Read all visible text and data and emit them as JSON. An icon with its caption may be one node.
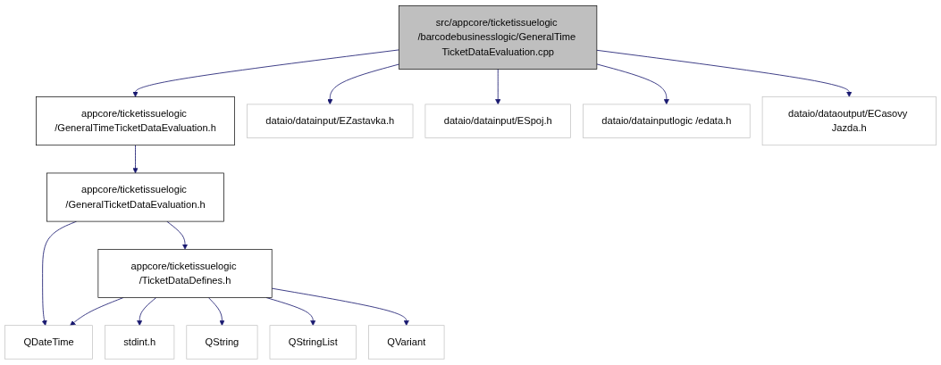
{
  "diagram": {
    "nodes": [
      {
        "text": [
          "src/appcore/ticketissuelogic /barcodebusinesslogic/GeneralTime TicketDataEvaluation.cpp"
        ]
      },
      {
        "text": [
          "appcore/ticketissuelogic /GeneralTimeTicketDataEvaluation.h"
        ]
      },
      {
        "text": [
          "dataio/datainput/EZastavka.h"
        ]
      },
      {
        "text": [
          "dataio/datainput/ESpoj.h"
        ]
      },
      {
        "text": [
          "dataio/datainputlogic /edata.h"
        ]
      },
      {
        "text": [
          "dataio/dataoutput/ECasovy Jazda.h"
        ]
      },
      {
        "text": [
          "appcore/ticketissuelogic /GeneralTicketDataEvaluation.h"
        ]
      },
      {
        "text": [
          "appcore/ticketissuelogic /TicketDataDefines.h"
        ]
      },
      {
        "text": [
          "QDateTime"
        ]
      },
      {
        "text": [
          "stdint.h"
        ]
      },
      {
        "text": [
          "QString"
        ]
      },
      {
        "text": [
          "QStringList"
        ]
      },
      {
        "text": [
          "QVariant"
        ]
      }
    ],
    "edges": [
      {
        "from": 0,
        "to": 1,
        "arrow": "to"
      },
      {
        "from": 0,
        "to": 2,
        "arrow": "to"
      },
      {
        "from": 0,
        "to": 3,
        "arrow": "to"
      },
      {
        "from": 0,
        "to": 4,
        "arrow": "to"
      },
      {
        "from": 0,
        "to": 5,
        "arrow": "to"
      },
      {
        "from": 1,
        "to": 6,
        "arrow": "to"
      },
      {
        "from": 6,
        "to": 8,
        "arrow": "to"
      },
      {
        "from": 6,
        "to": 7,
        "arrow": "to"
      },
      {
        "from": 7,
        "to": 8,
        "arrow": "to"
      },
      {
        "from": 7,
        "to": 9,
        "arrow": "to"
      },
      {
        "from": 7,
        "to": 10,
        "arrow": "to"
      },
      {
        "from": 7,
        "to": 11,
        "arrow": "to"
      },
      {
        "from": 7,
        "to": 12,
        "arrow": "to"
      }
    ]
  }
}
